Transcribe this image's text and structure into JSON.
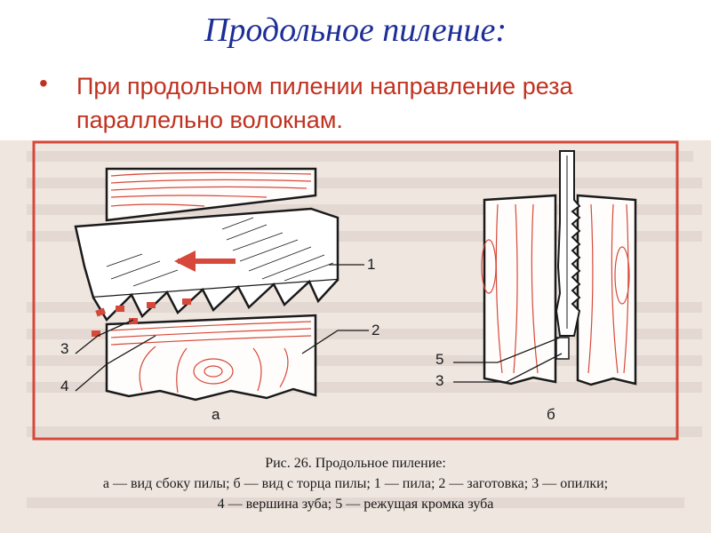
{
  "slide": {
    "title": "Продольное пиление:",
    "bullet": "При продольном пилении направление реза параллельно волокнам."
  },
  "figure": {
    "labels": {
      "n1": "1",
      "n2": "2",
      "n3": "3",
      "n4": "4",
      "n5": "5",
      "n3b": "3",
      "view_a": "а",
      "view_b": "б"
    },
    "caption": {
      "line1": "Рис. 26. Продольное пиление:",
      "line2": "а — вид сбоку пилы; б — вид с торца пилы; 1 — пила; 2 — заготовка; 3 — опилки;",
      "line3": "4 — вершина зуба; 5 — режущая кромка зуба"
    }
  },
  "colors": {
    "title": "#1d2f96",
    "bullet": "#c0311f",
    "frame": "#d6483a",
    "drawing": "#1a1a1a"
  }
}
